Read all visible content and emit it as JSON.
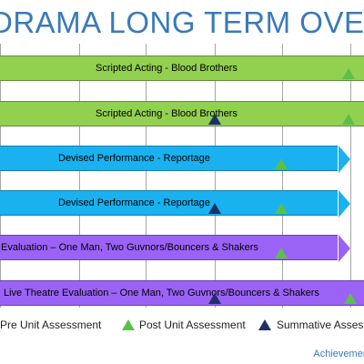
{
  "title": "DRAMA LONG TERM OVERVIEW",
  "bars": [
    {
      "label": "Scripted Acting  - Blood Brothers",
      "color": "#92d050"
    },
    {
      "label": "Scripted Acting  - Blood Brothers",
      "color": "#92d050"
    },
    {
      "label": "Devised Performance  - Reportage",
      "color": "#19b1ef"
    },
    {
      "label": "Devised Performance  - Reportage",
      "color": "#19b1ef"
    },
    {
      "label": "Live Theatre Evaluation – One Man, Two Guvnors/Bouncers & Shakers",
      "color": "#9b63f5"
    },
    {
      "label": "Live Theatre Evaluation – One Man, Two Guvnors/Bouncers & Shakers",
      "color": "#9b63f5"
    }
  ],
  "legend": {
    "pre": "Pre Unit Assessment",
    "post": "Post Unit Assessment",
    "summative": "Summative Assessment"
  },
  "footer": "Achievement"
}
